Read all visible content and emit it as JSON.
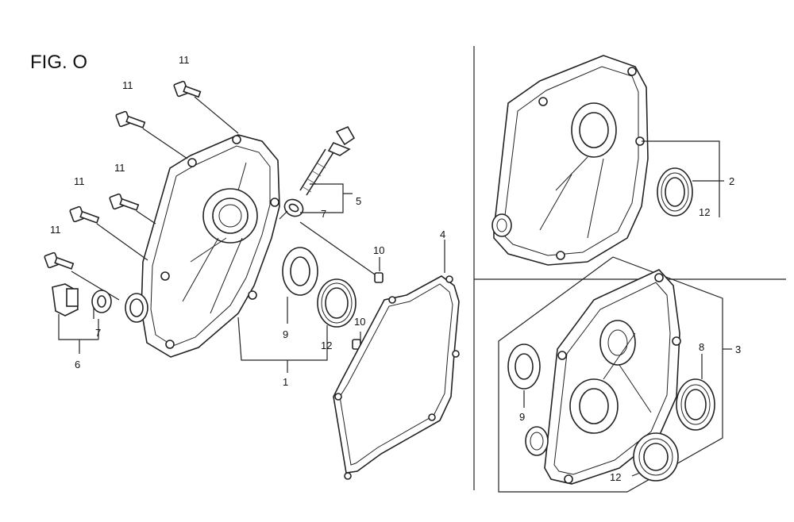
{
  "figure": {
    "title": "FIG. O"
  },
  "labels": {
    "l1": "1",
    "l2": "2",
    "l3": "3",
    "l4": "4",
    "l5": "5",
    "l6": "6",
    "l7a": "7",
    "l7b": "7",
    "l8": "8",
    "l9a": "9",
    "l9b": "9",
    "l10a": "10",
    "l10b": "10",
    "l11a": "11",
    "l11b": "11",
    "l11c": "11",
    "l11d": "11",
    "l11e": "11",
    "l12a": "12",
    "l12b": "12",
    "l12c": "12"
  }
}
